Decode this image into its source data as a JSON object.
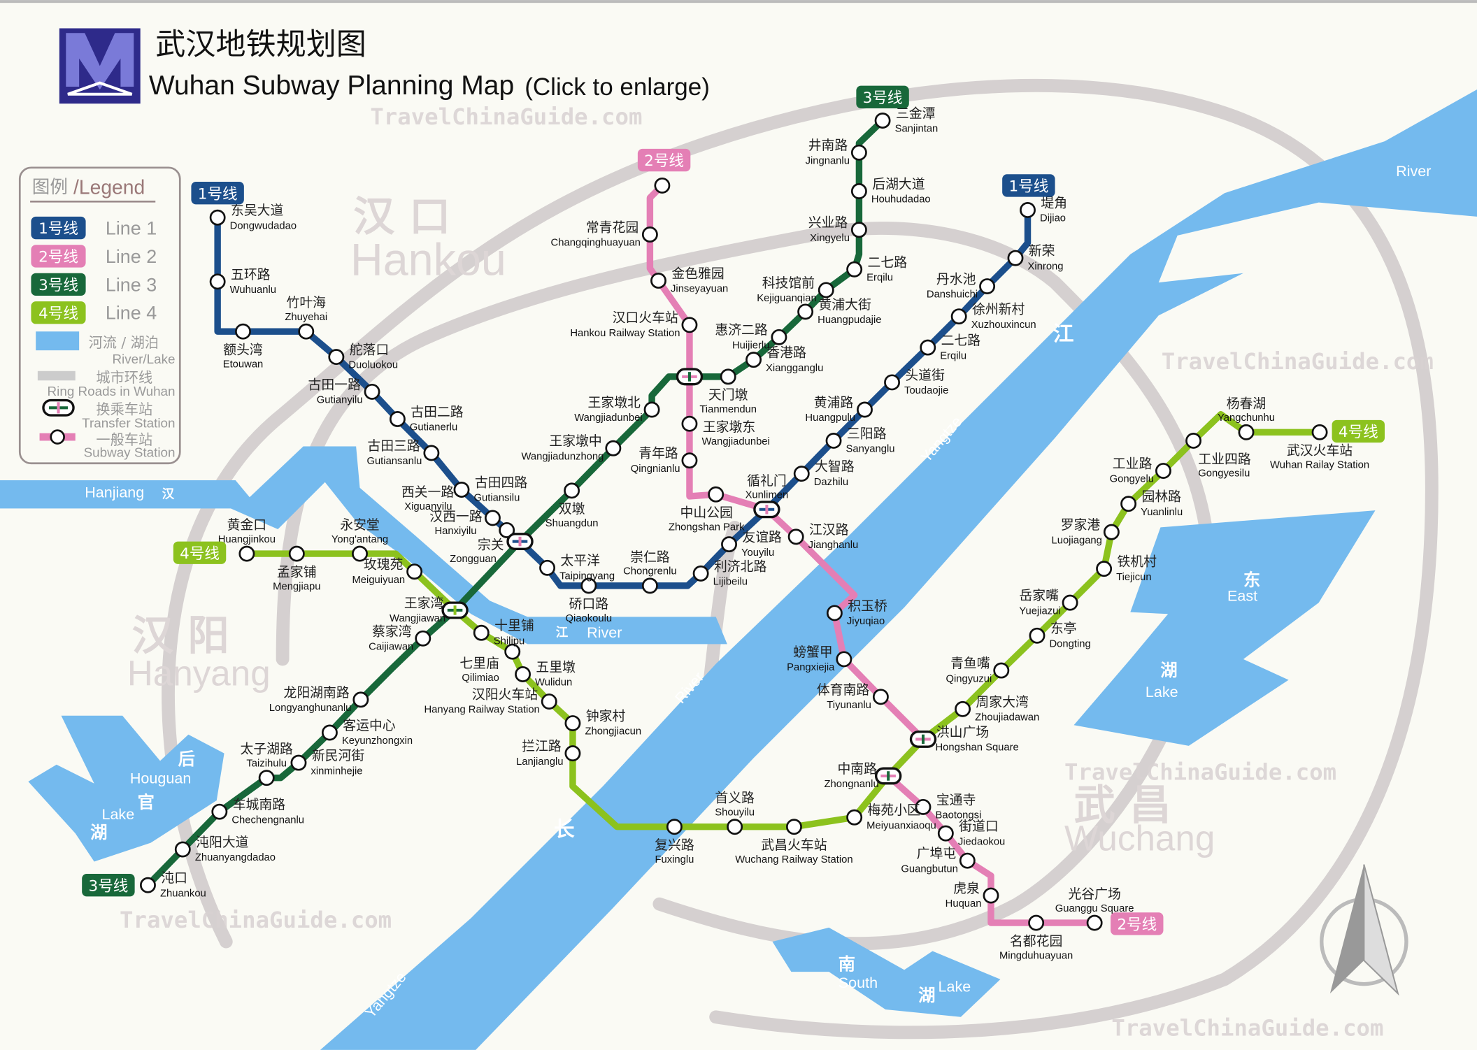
{
  "header": {
    "title_cn": "武汉地铁规划图",
    "title_en": "Wuhan Subway Planning Map",
    "enlarge": "(Click to enlarge)",
    "logo_letter": "M"
  },
  "legend": {
    "title_cn": "图例",
    "title_en": "/Legend",
    "lines": [
      {
        "badge": "1号线",
        "label": "Line 1"
      },
      {
        "badge": "2号线",
        "label": "Line 2"
      },
      {
        "badge": "3号线",
        "label": "Line 3"
      },
      {
        "badge": "4号线",
        "label": "Line 4"
      }
    ],
    "river_cn": "河流 / 湖泊",
    "river_en": "River/Lake",
    "ring_cn": "城市环线",
    "ring_en": "Ring Roads in Wuhan",
    "transfer_cn": "换乘车站",
    "transfer_en": "Transfer Station",
    "station_cn": "一般车站",
    "station_en": "Subway Station"
  },
  "colors": {
    "line1": "#1c4f8c",
    "line2": "#e47fb5",
    "line3": "#18683a",
    "line4": "#8cc21e",
    "water": "#74baee",
    "ring": "#d5d0d0"
  },
  "watermark": "TravelChinaGuide.com",
  "areas": [
    {
      "cn": "汉 口",
      "en": "Hankou"
    },
    {
      "cn": "汉 阳",
      "en": "Hanyang"
    },
    {
      "cn": "武 昌",
      "en": "Wuchang"
    }
  ],
  "water_labels": [
    "River",
    "Yangtze",
    "江",
    "长",
    "River",
    "Yangtze",
    "Hanjiang",
    "汉",
    "江",
    "River",
    "东",
    "East",
    "湖",
    "Lake",
    "后",
    "Houguan",
    "官",
    "Lake",
    "湖",
    "南",
    "South",
    "湖",
    "Lake"
  ],
  "lines": [
    {
      "badge": "1号线",
      "stations": [
        {
          "cn": "东吴大道",
          "en": "Dongwudadao"
        },
        {
          "cn": "五环路",
          "en": "Wuhuanlu"
        },
        {
          "cn": "额头湾",
          "en": "Etouwan"
        },
        {
          "cn": "竹叶海",
          "en": "Zhuyehai"
        },
        {
          "cn": "舵落口",
          "en": "Duoluokou"
        },
        {
          "cn": "古田一路",
          "en": "Gutianyilu"
        },
        {
          "cn": "古田二路",
          "en": "Gutianerlu"
        },
        {
          "cn": "古田三路",
          "en": "Gutiansanlu"
        },
        {
          "cn": "古田四路",
          "en": "Gutiansilu"
        },
        {
          "cn": "西关一路",
          "en": "Xiguanyilu"
        },
        {
          "cn": "汉西一路",
          "en": "Hanxiyilu"
        },
        {
          "cn": "宗关",
          "en": "Zongguan"
        },
        {
          "cn": "太平洋",
          "en": "Taipingyang"
        },
        {
          "cn": "硚口路",
          "en": "Qiaokoulu"
        },
        {
          "cn": "崇仁路",
          "en": "Chongrenlu"
        },
        {
          "cn": "利济北路",
          "en": "Lijibeilu"
        },
        {
          "cn": "友谊路",
          "en": "Youyilu"
        },
        {
          "cn": "循礼门",
          "en": "Xunlimen"
        },
        {
          "cn": "大智路",
          "en": "Dazhilu"
        },
        {
          "cn": "三阳路",
          "en": "Sanyanglu"
        },
        {
          "cn": "黄浦路",
          "en": "Huangpulu"
        },
        {
          "cn": "头道街",
          "en": "Toudaojie"
        },
        {
          "cn": "二七路",
          "en": "Erqilu"
        },
        {
          "cn": "徐州新村",
          "en": "Xuzhouxincun"
        },
        {
          "cn": "丹水池",
          "en": "Danshuichi"
        },
        {
          "cn": "新荣",
          "en": "Xinrong"
        },
        {
          "cn": "堤角",
          "en": "Dijiao"
        }
      ]
    },
    {
      "badge": "2号线",
      "stations": [
        {
          "cn": "常青花园",
          "en": "Changqinghuayuan"
        },
        {
          "cn": "金色雅园",
          "en": "Jinseyayuan"
        },
        {
          "cn": "汉口火车站",
          "en": "Hankou Railway Station"
        },
        {
          "cn": "王家墩东",
          "en": "Wangjiadunbei"
        },
        {
          "cn": "青年路",
          "en": "Qingnianlu"
        },
        {
          "cn": "中山公园",
          "en": "Zhongshan Park"
        },
        {
          "cn": "江汉路",
          "en": "Jianghanlu"
        },
        {
          "cn": "积玉桥",
          "en": "Jiyuqiao"
        },
        {
          "cn": "螃蟹甲",
          "en": "Pangxiejia"
        },
        {
          "cn": "体育南路",
          "en": "Tiyunanlu"
        },
        {
          "cn": "洪山广场",
          "en": "Hongshan Square"
        },
        {
          "cn": "中南路",
          "en": "Zhongnanlu"
        },
        {
          "cn": "宝通寺",
          "en": "Baotongsi"
        },
        {
          "cn": "街道口",
          "en": "Jiedaokou"
        },
        {
          "cn": "广埠屯",
          "en": "Guangbutun"
        },
        {
          "cn": "虎泉",
          "en": "Huquan"
        },
        {
          "cn": "名都花园",
          "en": "Mingduhuayuan"
        },
        {
          "cn": "光谷广场",
          "en": "Guanggu Square"
        }
      ]
    },
    {
      "badge": "3号线",
      "stations": [
        {
          "cn": "三金潭",
          "en": "Sanjintan"
        },
        {
          "cn": "井南路",
          "en": "Jingnanlu"
        },
        {
          "cn": "后湖大道",
          "en": "Houhudadao"
        },
        {
          "cn": "兴业路",
          "en": "Xingyelu"
        },
        {
          "cn": "二七路",
          "en": "Erqilu"
        },
        {
          "cn": "科技馆前",
          "en": "Kejiguanqian"
        },
        {
          "cn": "黄浦大街",
          "en": "Huangpudajie"
        },
        {
          "cn": "惠济二路",
          "en": "Huijierlu"
        },
        {
          "cn": "香港路",
          "en": "Xiangganglu"
        },
        {
          "cn": "天门墩",
          "en": "Tianmendun"
        },
        {
          "cn": "王家墩北",
          "en": "Wangjiadunbei"
        },
        {
          "cn": "王家墩中",
          "en": "Wangjiadunzhong"
        },
        {
          "cn": "双墩",
          "en": "Shuangdun"
        },
        {
          "cn": "王家湾",
          "en": "Wangjiawan"
        },
        {
          "cn": "蔡家湾",
          "en": "Caijiawan"
        },
        {
          "cn": "龙阳湖南路",
          "en": "Longyanghunanlu"
        },
        {
          "cn": "客运中心",
          "en": "Keyunzhongxin"
        },
        {
          "cn": "新民河街",
          "en": "xinminhejie"
        },
        {
          "cn": "太子湖路",
          "en": "Taizihulu"
        },
        {
          "cn": "车城南路",
          "en": "Chechengnanlu"
        },
        {
          "cn": "沌阳大道",
          "en": "Zhuanyangdadao"
        },
        {
          "cn": "沌口",
          "en": "Zhuankou"
        }
      ]
    },
    {
      "badge": "4号线",
      "stations": [
        {
          "cn": "黄金口",
          "en": "Huangjinkou"
        },
        {
          "cn": "孟家铺",
          "en": "Mengjiapu"
        },
        {
          "cn": "永安堂",
          "en": "Yong'antang"
        },
        {
          "cn": "玫瑰苑",
          "en": "Meiguiyuan"
        },
        {
          "cn": "十里铺",
          "en": "Shilipu"
        },
        {
          "cn": "七里庙",
          "en": "Qilimiao"
        },
        {
          "cn": "五里墩",
          "en": "Wulidun"
        },
        {
          "cn": "汉阳火车站",
          "en": "Hanyang Railway Station"
        },
        {
          "cn": "钟家村",
          "en": "Zhongjiacun"
        },
        {
          "cn": "拦江路",
          "en": "Lanjianglu"
        },
        {
          "cn": "复兴路",
          "en": "Fuxinglu"
        },
        {
          "cn": "首义路",
          "en": "Shouyilu"
        },
        {
          "cn": "武昌火车站",
          "en": "Wuchang Railway Station"
        },
        {
          "cn": "梅苑小区",
          "en": "Meiyuanxiaoqu"
        },
        {
          "cn": "周家大湾",
          "en": "Zhoujiadawan"
        },
        {
          "cn": "青鱼嘴",
          "en": "Qingyuzui"
        },
        {
          "cn": "东亭",
          "en": "Dongting"
        },
        {
          "cn": "岳家嘴",
          "en": "Yuejiazui"
        },
        {
          "cn": "铁机村",
          "en": "Tiejicun"
        },
        {
          "cn": "罗家港",
          "en": "Luojiagang"
        },
        {
          "cn": "园林路",
          "en": "Yuanlinlu"
        },
        {
          "cn": "工业路",
          "en": "Gongyelu"
        },
        {
          "cn": "工业四路",
          "en": "Gongyesilu"
        },
        {
          "cn": "杨春湖",
          "en": "Yangchunhu"
        },
        {
          "cn": "武汉火车站",
          "en": "Wuhan Railay Station"
        }
      ]
    }
  ]
}
